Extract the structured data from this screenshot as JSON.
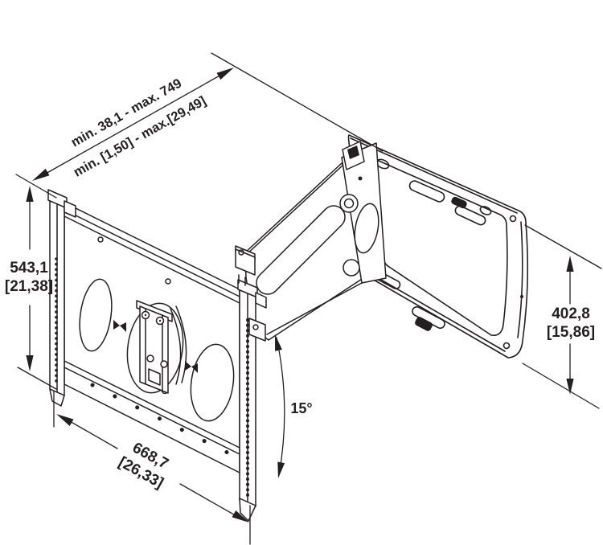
{
  "page": {
    "background": "#ffffff",
    "line_color": "#231f20"
  },
  "dims": {
    "depth": {
      "metric": "min. 38,1 - max. 749",
      "imperial": "min. [1,50] - max.[29,49]"
    },
    "wall_plate_height": {
      "metric": "543,1",
      "imperial": "[21,38]"
    },
    "wall_plate_width": {
      "metric": "668,7",
      "imperial": "[26,33]"
    },
    "bracket_height": {
      "metric": "402,8",
      "imperial": "[15,86]"
    },
    "tilt": {
      "angle": "15°"
    }
  }
}
